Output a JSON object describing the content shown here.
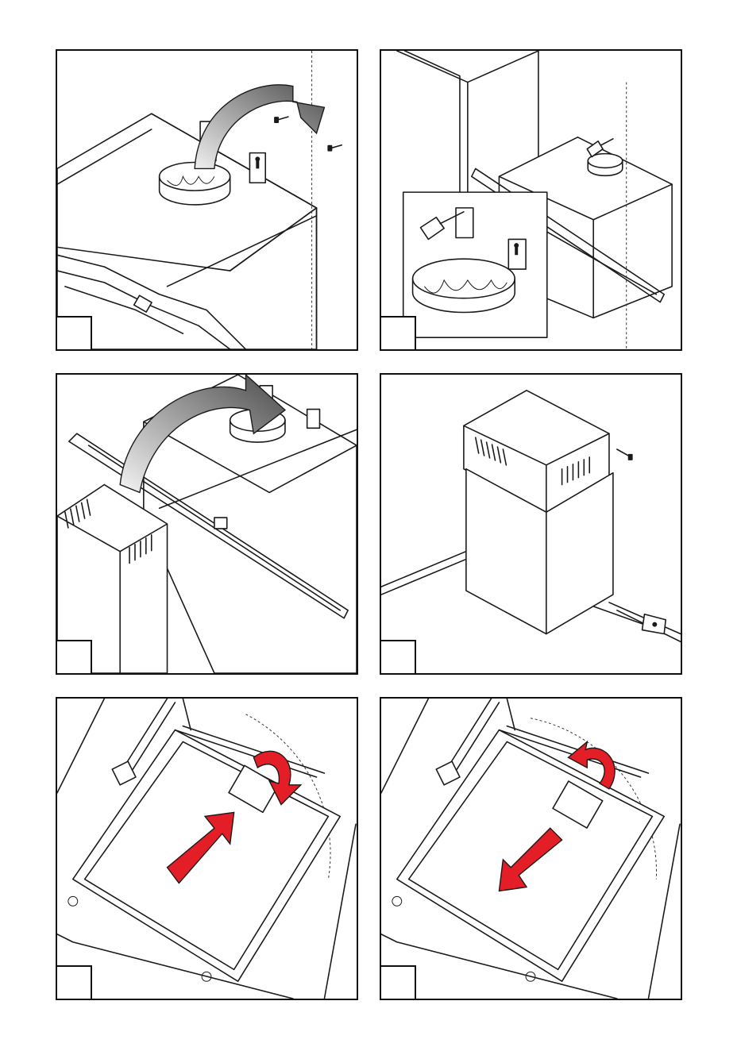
{
  "panels": [
    {
      "id": "p1",
      "step_number": ""
    },
    {
      "id": "p2",
      "step_number": ""
    },
    {
      "id": "p3",
      "step_number": ""
    },
    {
      "id": "p4",
      "step_number": ""
    },
    {
      "id": "p5",
      "step_number": ""
    },
    {
      "id": "p6",
      "step_number": ""
    }
  ],
  "colors": {
    "line": "#1a1a1a",
    "arrow_red": "#e41e26",
    "arrow_grey_dark": "#5a5a5a",
    "arrow_grey_light": "#d8d8d8",
    "background": "#ffffff"
  },
  "icons": [
    "screw-icon",
    "screwdriver-icon",
    "curved-arrow-icon",
    "straight-arrow-icon",
    "rotation-arrow-icon"
  ]
}
